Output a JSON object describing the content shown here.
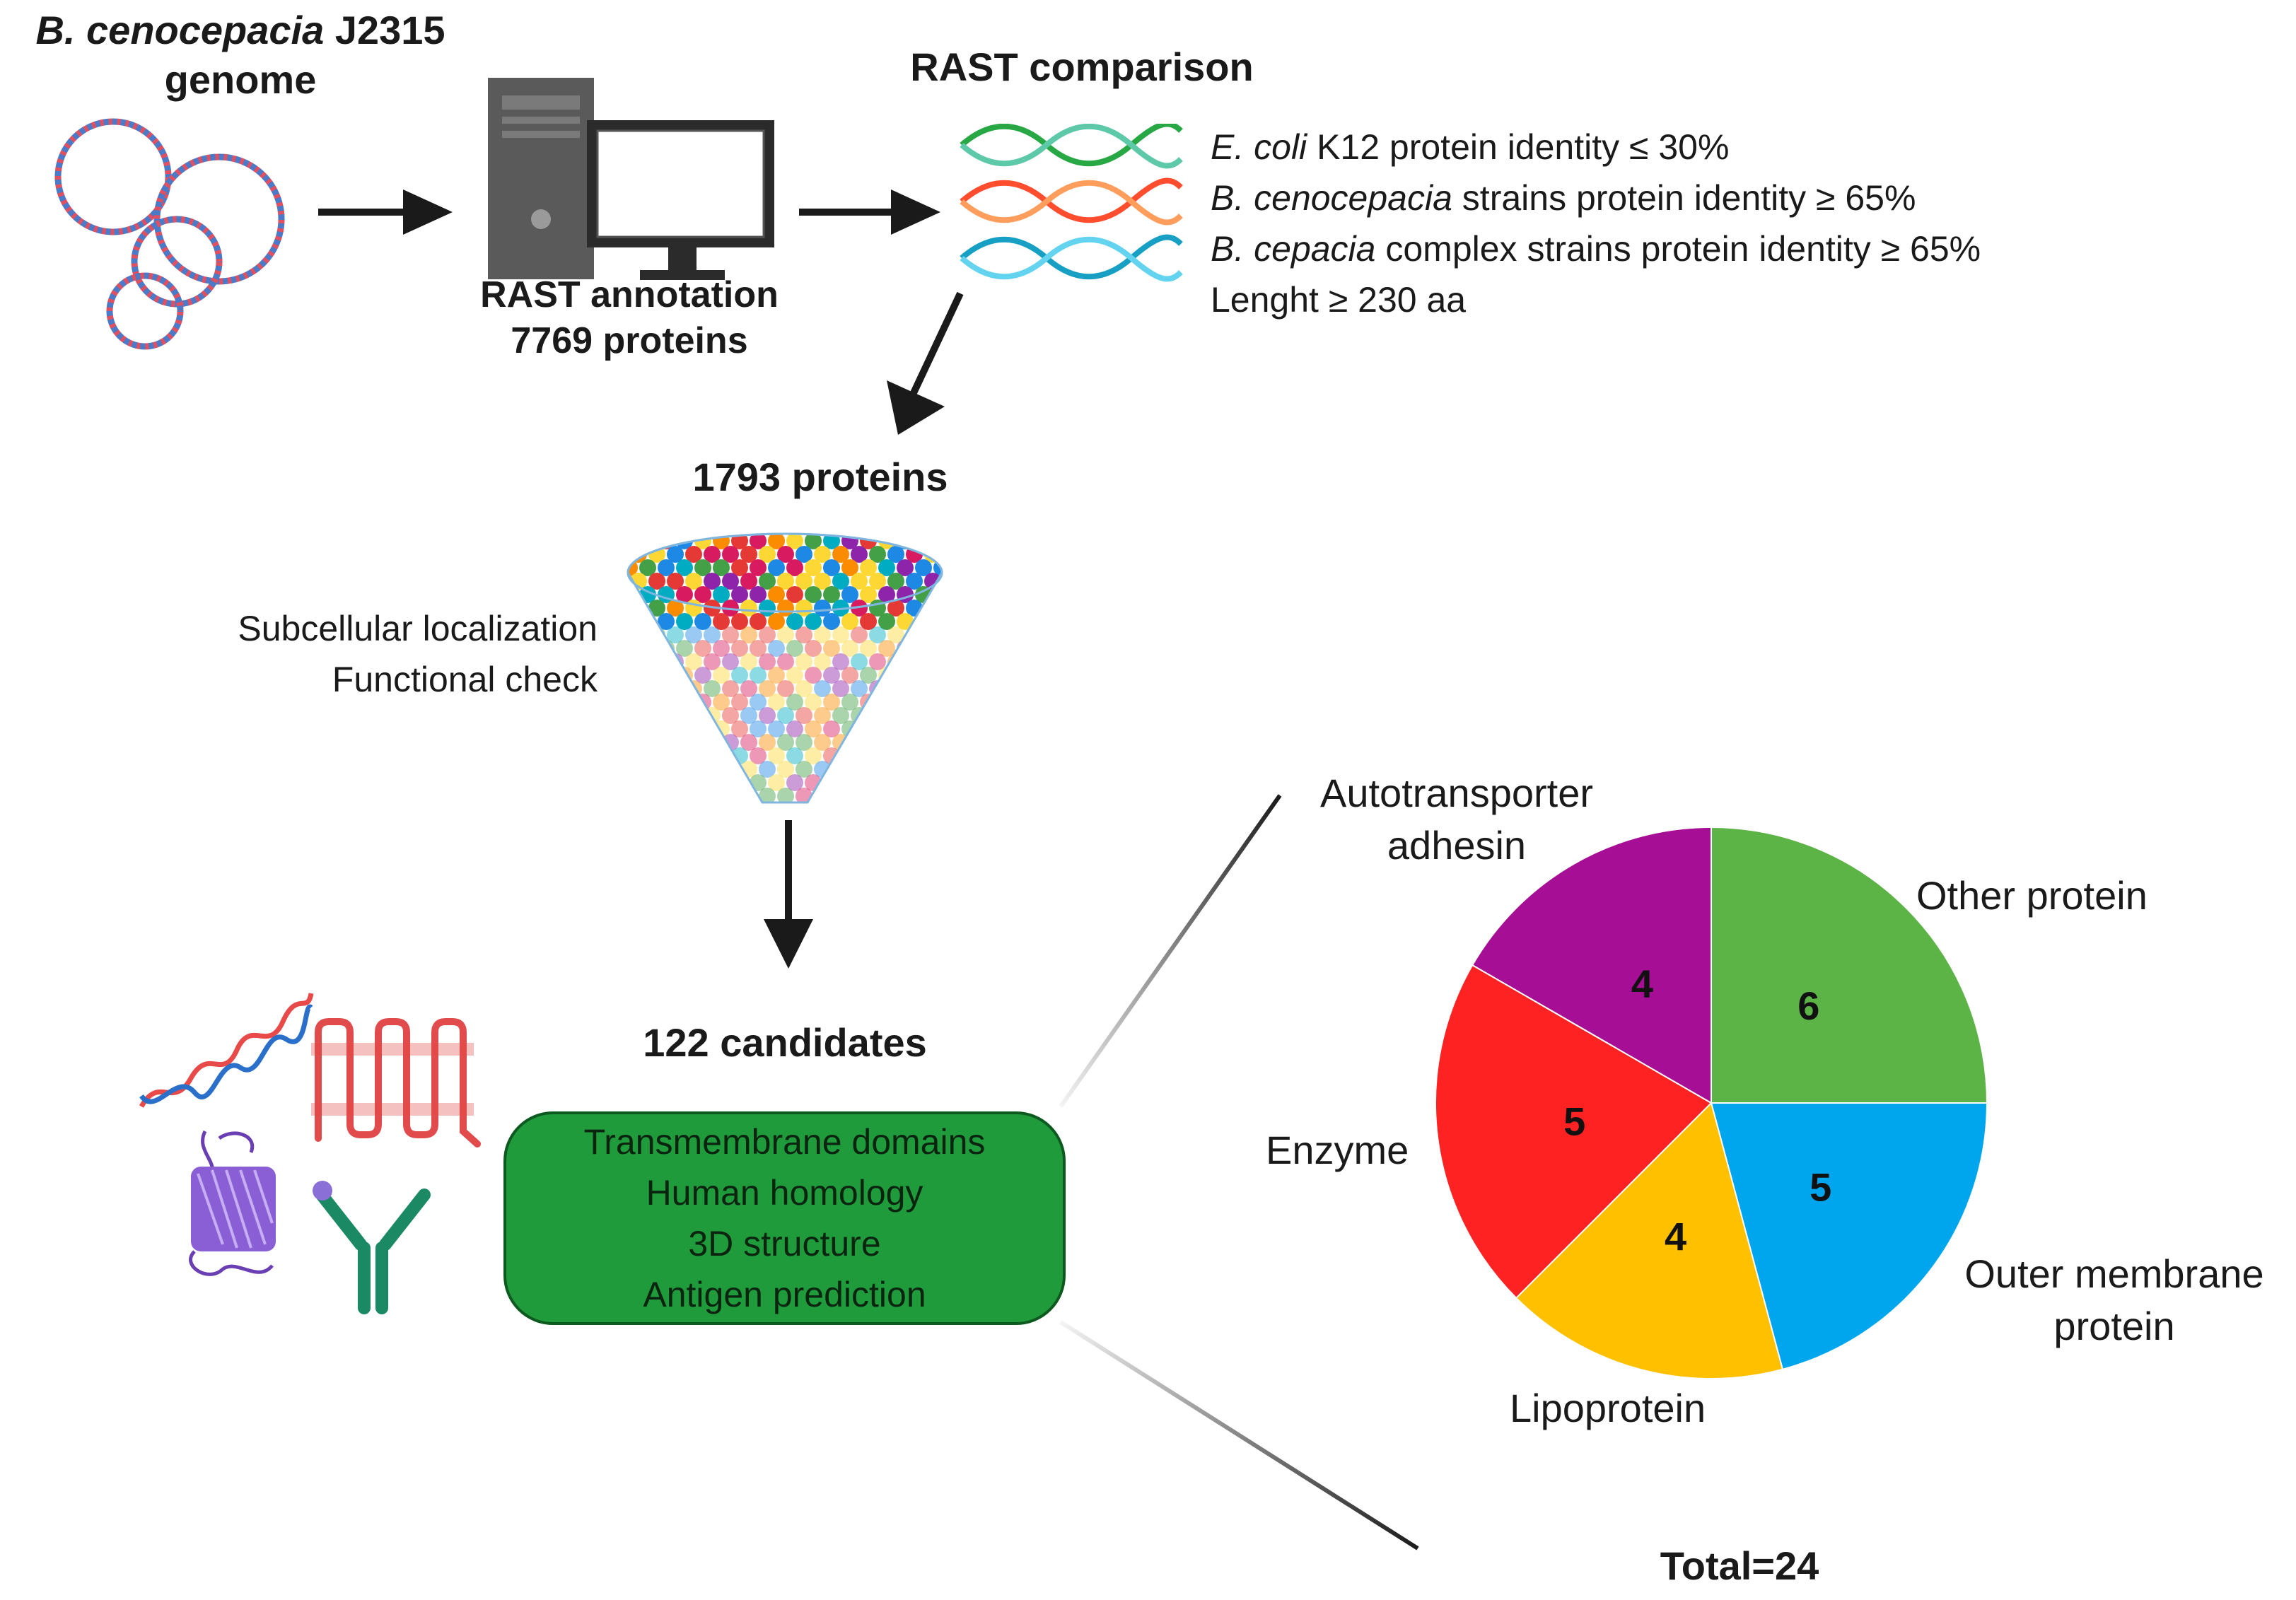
{
  "genome": {
    "species_italic": "B. cenocepacia",
    "strain": "J2315",
    "word": "genome"
  },
  "annotation": {
    "line1": "RAST annotation",
    "line2": "7769 proteins"
  },
  "comparison": {
    "title": "RAST comparison",
    "criteria": [
      {
        "italic": "E. coli",
        "text": " K12 protein identity ≤ 30%"
      },
      {
        "italic": "B. cenocepacia",
        "text": " strains protein identity ≥ 65%"
      },
      {
        "italic": "B. cepacia",
        "text": " complex strains protein identity ≥ 65%"
      },
      {
        "italic": "",
        "text": "Lenght ≥ 230 aa"
      }
    ]
  },
  "filter": {
    "count_label": "1793 proteins",
    "steps": [
      "Subcellular localization",
      "Functional check"
    ]
  },
  "candidates": {
    "count_label": "122 candidates",
    "analyses": [
      "Transmembrane domains",
      "Human homology",
      "3D structure",
      "Antigen prediction"
    ]
  },
  "colors": {
    "other": "#5cb346",
    "outer_membrane": "#00a6ed",
    "lipoprotein": "#ffc000",
    "enzyme": "#ff2222",
    "autotransporter": "#a50e95",
    "box_green": "#1f9b3c"
  },
  "chart_data": {
    "type": "pie",
    "total_label": "Total=24",
    "slices": [
      {
        "label": "Other protein",
        "value": 6,
        "color": "#5cb346"
      },
      {
        "label": "Outer membrane protein",
        "value": 5,
        "color": "#00a6ed"
      },
      {
        "label": "Lipoprotein",
        "value": 4,
        "color": "#ffc000"
      },
      {
        "label": "Enzyme",
        "value": 5,
        "color": "#ff2222"
      },
      {
        "label": "Autotransporter adhesin",
        "value": 4,
        "color": "#a50e95"
      }
    ],
    "label_lines": {
      "other": [
        "Other protein"
      ],
      "outer": [
        "Outer membrane",
        "protein"
      ],
      "lipo": [
        "Lipoprotein"
      ],
      "enzyme": [
        "Enzyme"
      ],
      "auto": [
        "Autotransporter",
        "adhesin"
      ]
    }
  }
}
